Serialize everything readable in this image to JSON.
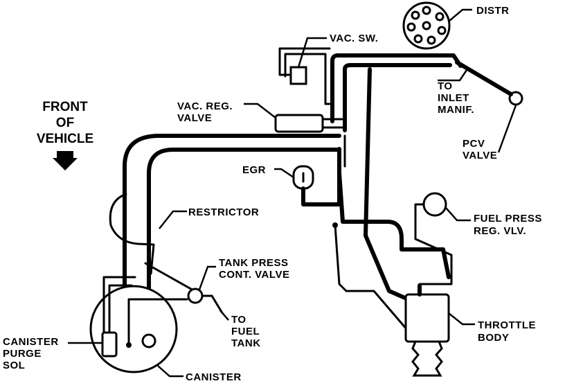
{
  "labels": {
    "distr": "DISTR",
    "vac_sw": "VAC. SW.",
    "to_inlet_1": "TO",
    "to_inlet_2": "INLET",
    "to_inlet_3": "MANIF.",
    "front_1": "FRONT",
    "front_2": "OF",
    "front_3": "VEHICLE",
    "vac_reg_1": "VAC. REG.",
    "vac_reg_2": "VALVE",
    "pcv_1": "PCV",
    "pcv_2": "VALVE",
    "egr": "EGR",
    "restrictor": "RESTRICTOR",
    "fuel_press_1": "FUEL PRESS",
    "fuel_press_2": "REG. VLV.",
    "tank_press_1": "TANK PRESS",
    "tank_press_2": "CONT. VALVE",
    "to_fuel_1": "TO",
    "to_fuel_2": "FUEL",
    "to_fuel_3": "TANK",
    "canister_purge_1": "CANISTER",
    "canister_purge_2": "PURGE",
    "canister_purge_3": "SOL",
    "throttle_1": "THROTTLE",
    "throttle_2": "BODY",
    "canister": "CANISTER"
  }
}
